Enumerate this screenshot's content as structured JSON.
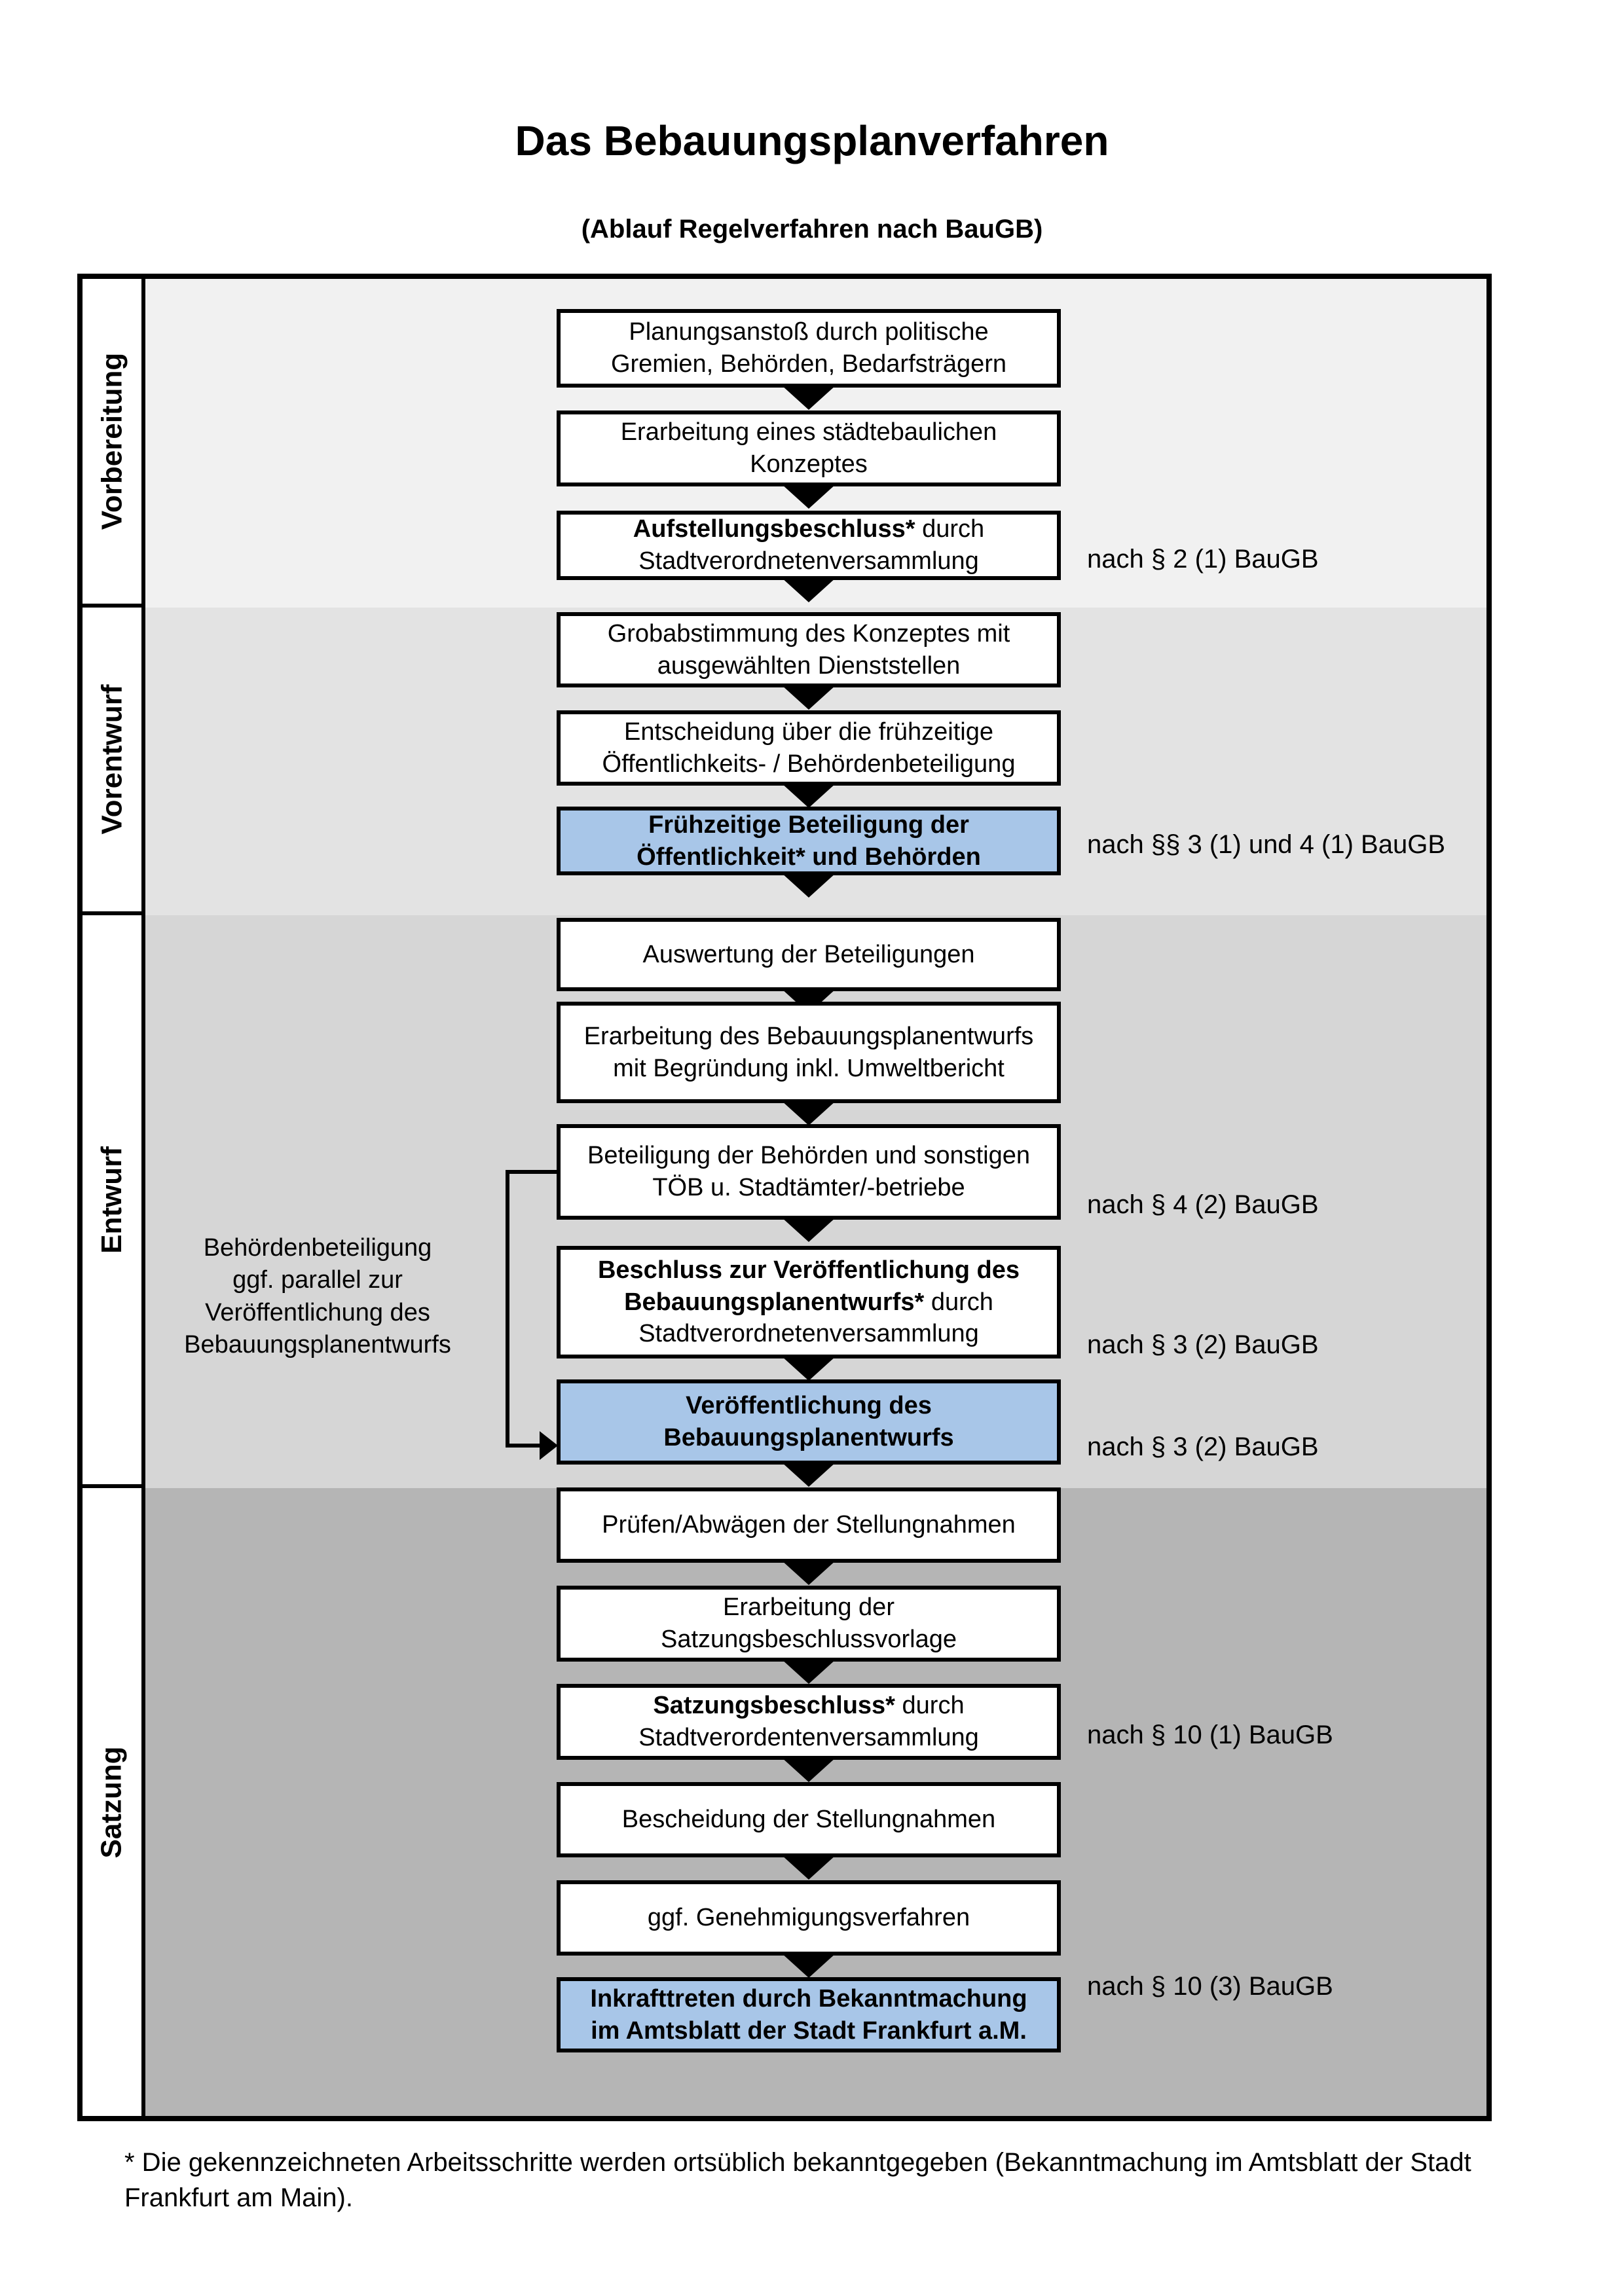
{
  "title": "Das Bebauungsplanverfahren",
  "subtitle": "(Ablauf Regelverfahren nach BauGB)",
  "phases": [
    "Vorbereitung",
    "Vorentwurf",
    "Entwurf",
    "Satzung"
  ],
  "steps": [
    {
      "bold": "",
      "rest": "Planungsanstoß durch politische Gremien, Behörden, Bedarfsträgern"
    },
    {
      "bold": "",
      "rest": "Erarbeitung eines städtebaulichen Konzeptes"
    },
    {
      "bold": "Aufstellungsbeschluss*",
      "rest": " durch Stadtverordnetenversammlung"
    },
    {
      "bold": "",
      "rest": "Grobabstimmung des Konzeptes mit ausgewählten Dienststellen"
    },
    {
      "bold": "",
      "rest": "Entscheidung über die frühzeitige Öffentlichkeits- / Behördenbeteiligung"
    },
    {
      "bold": "Frühzeitige Beteiligung der Öffentlichkeit* und Behörden",
      "rest": ""
    },
    {
      "bold": "",
      "rest": "Auswertung der Beteiligungen"
    },
    {
      "bold": "",
      "rest": "Erarbeitung des Bebauungsplanentwurfs mit Begründung inkl. Umweltbericht"
    },
    {
      "bold": "",
      "rest": "Beteiligung der Behörden und sonstigen TÖB u. Stadtämter/-betriebe"
    },
    {
      "bold": "Beschluss zur Veröffentlichung des Bebauungsplanentwurfs*",
      "rest": " durch Stadtverordnetenversammlung"
    },
    {
      "bold": "Veröffentlichung des Bebauungsplanentwurfs",
      "rest": ""
    },
    {
      "bold": "",
      "rest": "Prüfen/Abwägen der Stellungnahmen"
    },
    {
      "bold": "",
      "rest": "Erarbeitung der Satzungsbeschlussvorlage"
    },
    {
      "bold": "Satzungsbeschluss*",
      "rest": " durch Stadtverordentenversammlung"
    },
    {
      "bold": "",
      "rest": "Bescheidung der Stellungnahmen"
    },
    {
      "bold": "",
      "rest": "ggf. Genehmigungsverfahren"
    },
    {
      "bold": "Inkrafttreten",
      "rest": " durch Bekanntmachung im Amtsblatt der Stadt Frankfurt a.M."
    }
  ],
  "refs": [
    "nach § 2 (1) BauGB",
    "nach §§ 3 (1) und 4 (1) BauGB",
    "nach § 4 (2) BauGB",
    "nach § 3 (2) BauGB",
    "nach § 3 (2) BauGB",
    "nach § 10 (1) BauGB",
    "nach § 10 (3) BauGB"
  ],
  "side_note": "Behördenbeteiligung\nggf. parallel zur\nVeröffentlichung des\nBebauungsplanentwurfs",
  "footnote": "* Die gekennzeichneten Arbeitsschritte werden ortsüblich bekanntgegeben (Bekanntmachung im Amtsblatt  der Stadt Frankfurt am Main).",
  "colors": {
    "highlight_box": "#a8c6e8",
    "phase_backgrounds": [
      "#f1f1f1",
      "#e3e3e3",
      "#d6d6d6",
      "#b5b5b5"
    ]
  }
}
